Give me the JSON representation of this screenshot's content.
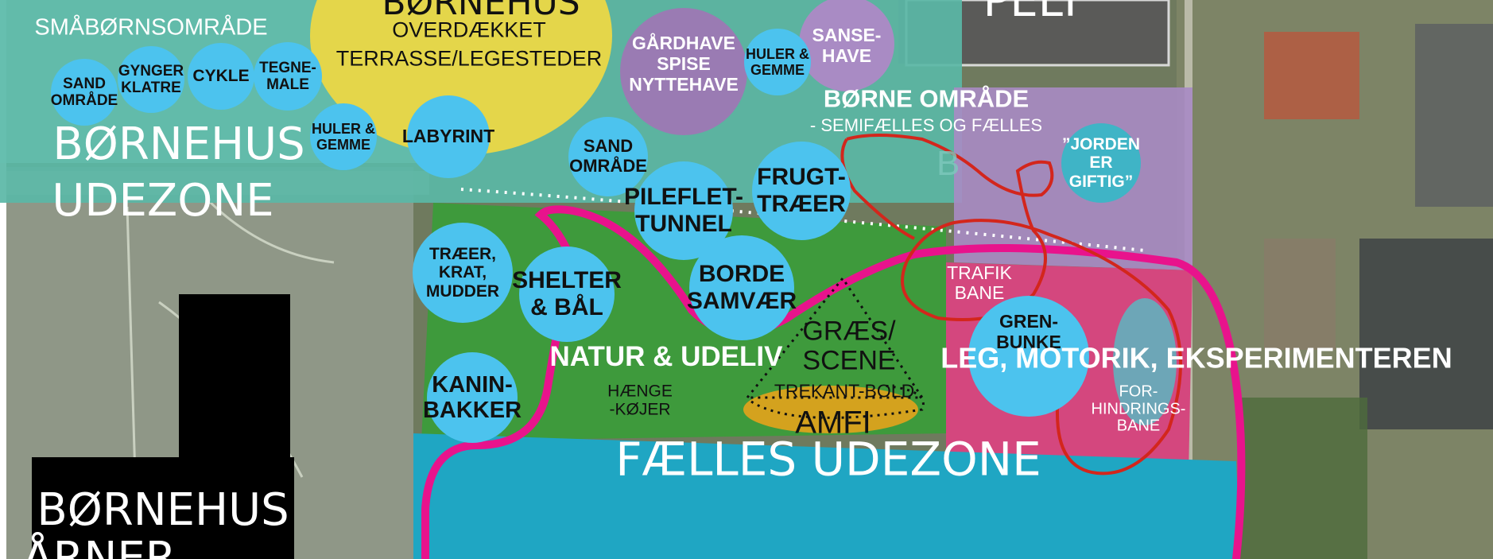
{
  "labels": {
    "top_cut": "BØRNEHUS",
    "overdaekket": "OVERDÆKKET",
    "terrasse": "TERRASSE/LEGESTEDER",
    "smaaborn": "SMÅBØRNSOMRÅDE",
    "bornehus_udezone_1": "BØRNEHUS",
    "bornehus_udezone_2": "UDEZONE",
    "borne_omraade": "BØRNE OMRÅDE",
    "semifaelles": "- SEMIFÆLLES OG FÆLLES",
    "natur_udeliv": "NATUR & UDELIV",
    "leg_motorik": "LEG, MOTORIK, EKSPERIMENTEREN",
    "faelles_udezone": "FÆLLES UDEZONE",
    "bornehus_aarner_1": "BØRNEHUS",
    "bornehus_aarner_2": "ÅRNER",
    "trafik_bane": "TRAFIK\nBANE",
    "graes_scene": "GRÆS/\nSCENE",
    "trekant_bold": "TREKANT-BOLD",
    "amfi": "AMFI",
    "haenge_kojer": "HÆNGE\n-KØJER",
    "for_hindrings": "FOR-\nHINDRINGS-\nBANE",
    "pelt": "PELT"
  },
  "bubbles": [
    {
      "id": "sand-omraade-1",
      "text": "SAND\nOMRÅDE"
    },
    {
      "id": "gynger-klatre",
      "text": "GYNGER\nKLATRE"
    },
    {
      "id": "cykle",
      "text": "CYKLE"
    },
    {
      "id": "tegne-male",
      "text": "TEGNE-\nMALE"
    },
    {
      "id": "huler-gemme-1",
      "text": "HULER &\nGEMME"
    },
    {
      "id": "labyrint",
      "text": "LABYRINT"
    },
    {
      "id": "gaardhave",
      "text": "GÅRDHAVE\nSPISE\nNYTTEHAVE"
    },
    {
      "id": "huler-gemme-2",
      "text": "HULER &\nGEMME"
    },
    {
      "id": "sansehave",
      "text": "SANSE-\nHAVE"
    },
    {
      "id": "sand-omraade-2",
      "text": "SAND\nOMRÅDE"
    },
    {
      "id": "pileflet-tunnel",
      "text": "PILEFLET-\nTUNNEL"
    },
    {
      "id": "frugt-traeer",
      "text": "FRUGT-\nTRÆER"
    },
    {
      "id": "jorden-giftig",
      "text": "”JORDEN\nER\nGIFTIG”"
    },
    {
      "id": "traeer-krat",
      "text": "TRÆER,\nKRAT,\nMUDDER"
    },
    {
      "id": "shelter-baal",
      "text": "SHELTER\n& BÅL"
    },
    {
      "id": "borde-samvaer",
      "text": "BORDE\nSAMVÆR"
    },
    {
      "id": "kanin-bakker",
      "text": "KANIN-\nBAKKER"
    },
    {
      "id": "gren-bunke",
      "text": "GREN-\nBUNKE"
    }
  ],
  "colors": {
    "bubble": "#4cc3ee",
    "yellow_zone": "#e4d64a",
    "purple_zone": "#9a7bb3",
    "green_zone": "#3e9a3c",
    "pink_zone": "#d4477e",
    "cyan_zone": "#1fa6c3",
    "magenta_line": "#e8138c",
    "red_line": "#d3261c",
    "amfi": "#d4a21e"
  }
}
